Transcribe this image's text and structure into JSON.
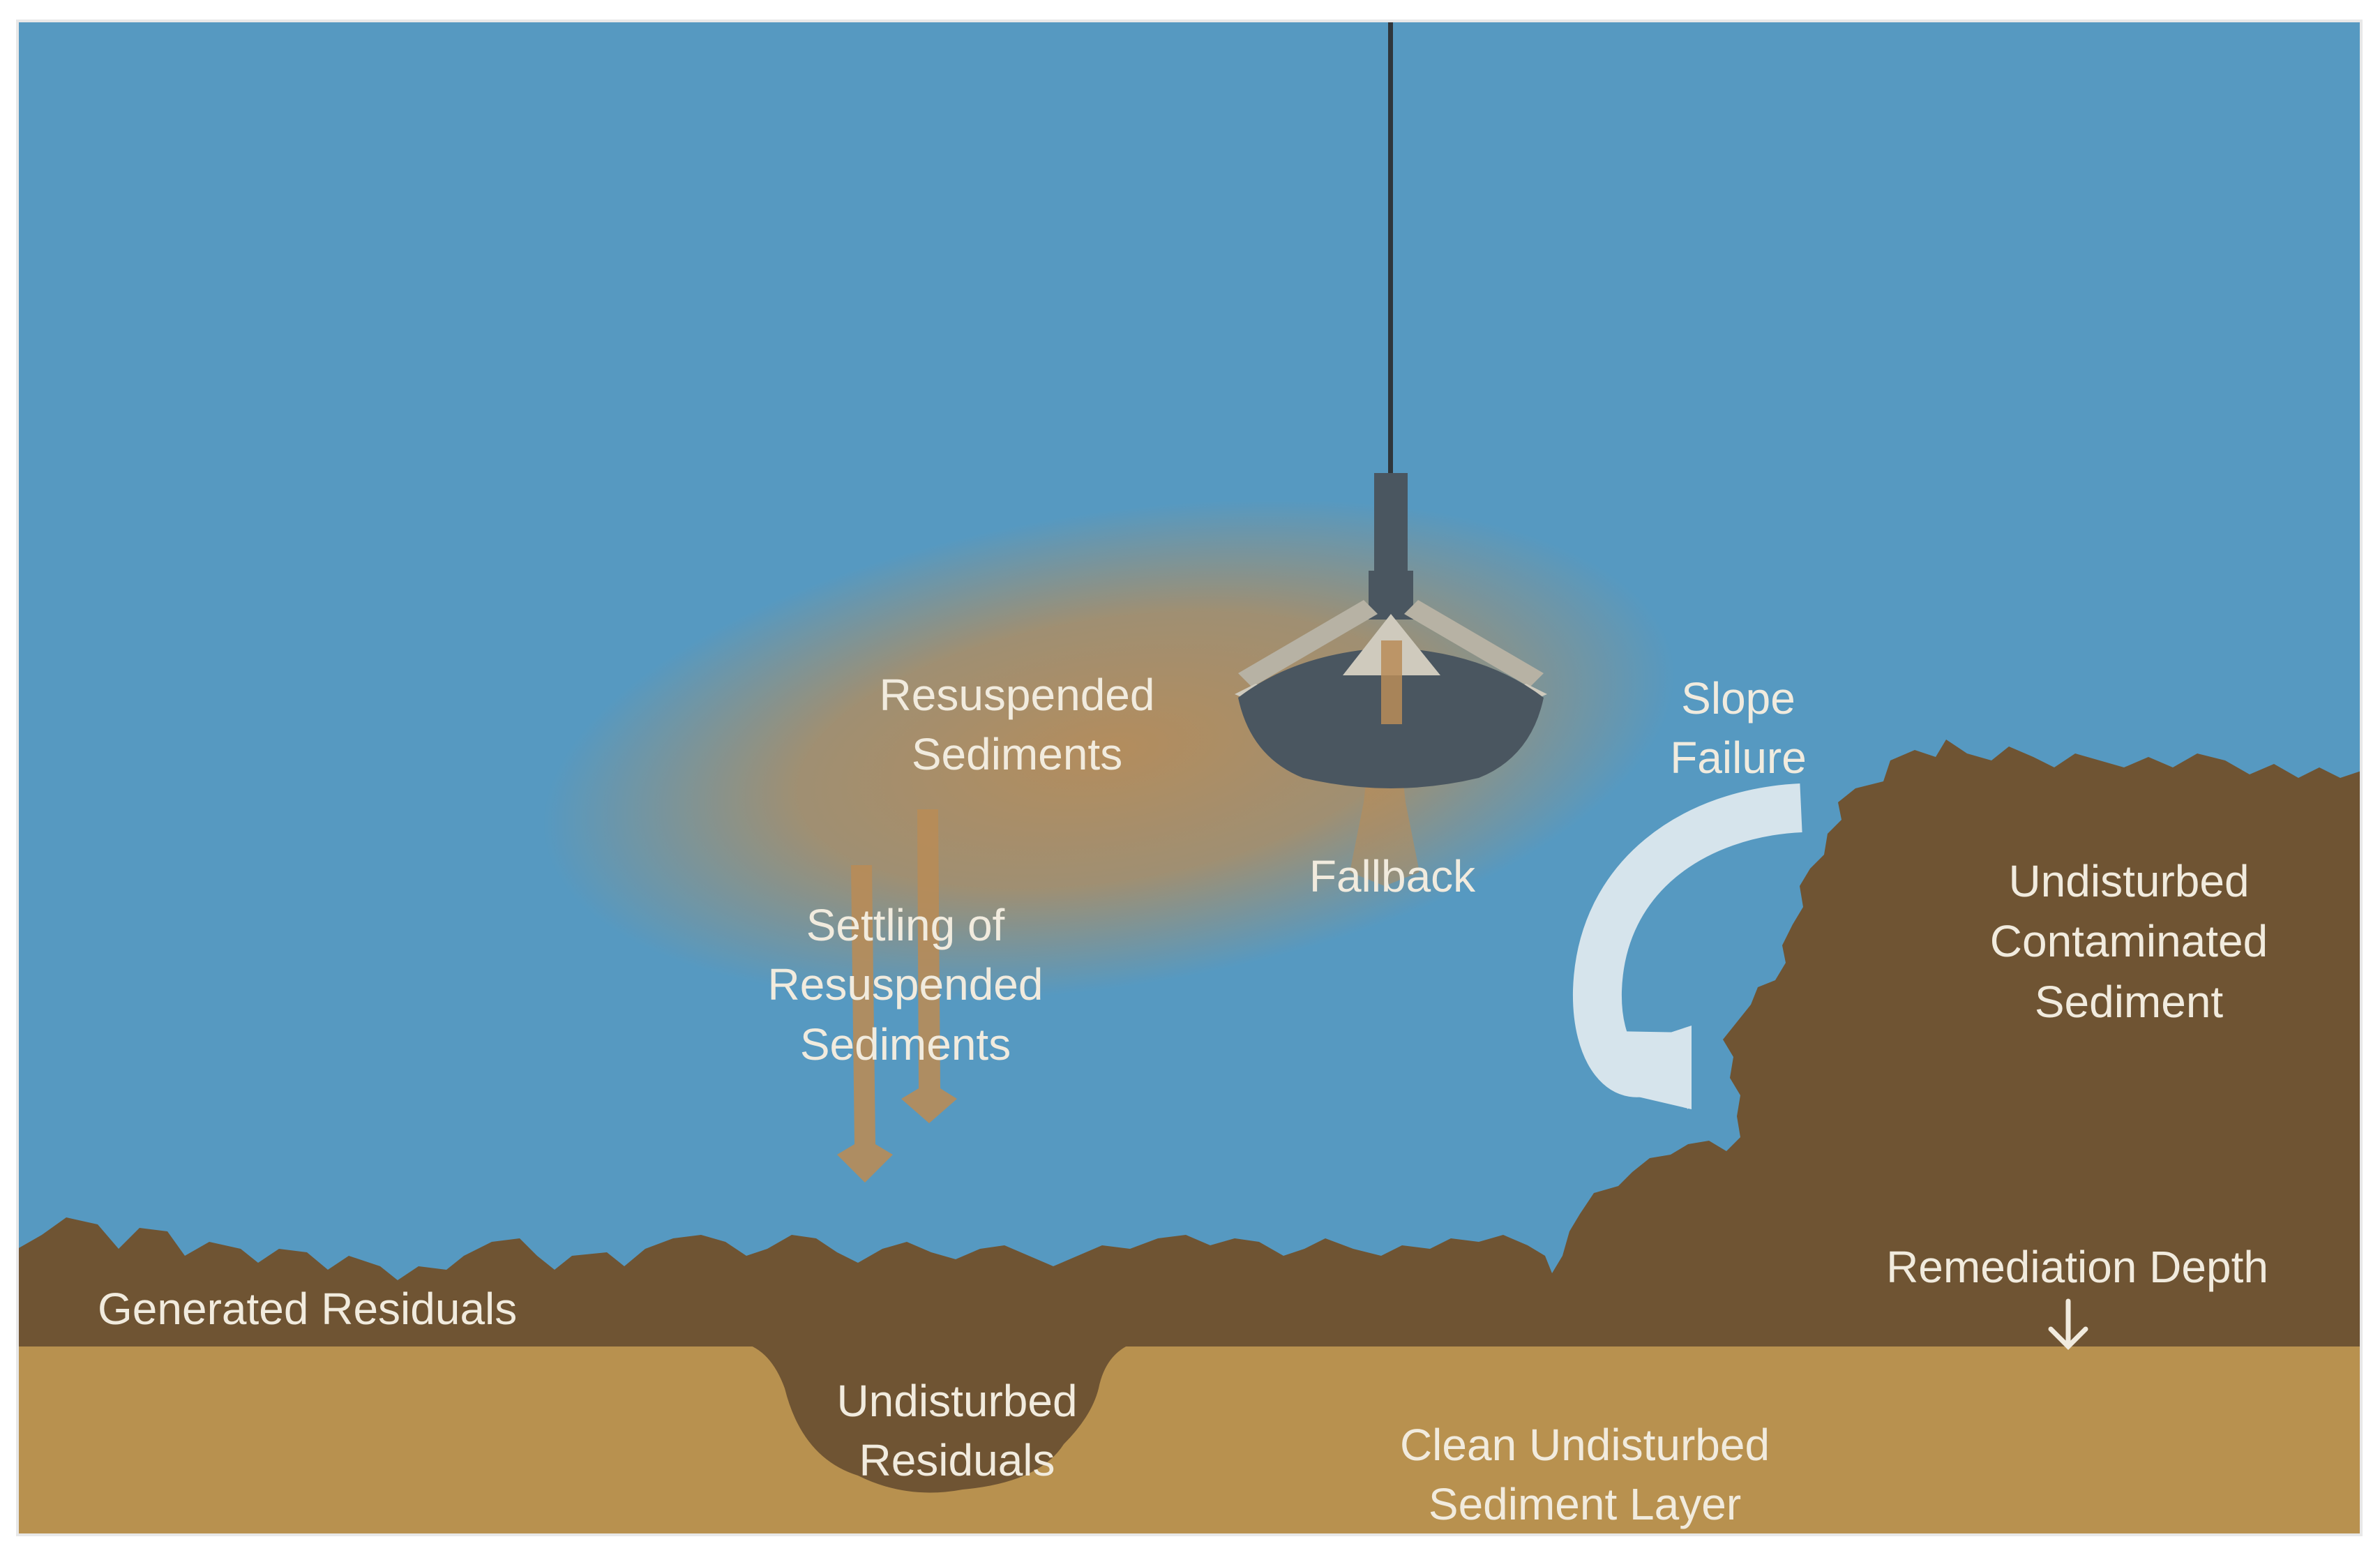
{
  "labels": {
    "resuspended_line1": "Resuspended",
    "resuspended_line2": "Sediments",
    "fallback": "Fallback",
    "settling_line1": "Settling of",
    "settling_line2": "Resuspended",
    "settling_line3": "Sediments",
    "slope_line1": "Slope",
    "slope_line2": "Failure",
    "undisturbed_contaminated_line1": "Undisturbed",
    "undisturbed_contaminated_line2": "Contaminated",
    "undisturbed_contaminated_line3": "Sediment",
    "remediation_depth": "Remediation Depth",
    "generated_residuals": "Generated Residuals",
    "undisturbed_residuals_line1": "Undisturbed",
    "undisturbed_residuals_line2": "Residuals",
    "clean_layer_line1": "Clean Undisturbed",
    "clean_layer_line2": "Sediment Layer"
  },
  "colors": {
    "water": "#5699c1",
    "contaminated_sediment": "#6f5433",
    "clean_sediment": "#b8914f",
    "plume": "#b88c58",
    "bucket": "#4a5660",
    "bucket_arms": "#b7b2a4",
    "slope_arrow": "#d6e4ec",
    "label_text": "#f1ebde"
  }
}
